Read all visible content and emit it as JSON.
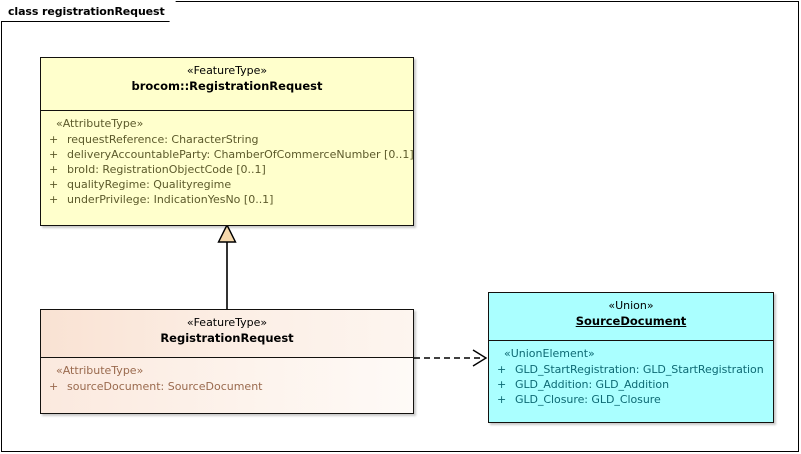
{
  "diagram": {
    "tab_label": "class registrationRequest",
    "colors": {
      "feature_type_yellow": "#ffffcc",
      "feature_type_peach": "#fae4d6",
      "union_cyan": "#aaffff",
      "generalization_arrow_fill": "#f5d9ac",
      "border": "#13110e",
      "yellow_text": "#5c5a2b",
      "peach_text": "#9a6a4e",
      "cyan_text": "#0e6a74"
    }
  },
  "classes": {
    "brocom_registration_request": {
      "stereotype": "«FeatureType»",
      "name": "brocom::RegistrationRequest",
      "compartment_stereotype": "«AttributeType»",
      "attributes": [
        {
          "visibility": "+",
          "text": "requestReference: CharacterString"
        },
        {
          "visibility": "+",
          "text": "deliveryAccountableParty: ChamberOfCommerceNumber [0..1]"
        },
        {
          "visibility": "+",
          "text": "broId: RegistrationObjectCode [0..1]"
        },
        {
          "visibility": "+",
          "text": "qualityRegime: Qualityregime"
        },
        {
          "visibility": "+",
          "text": "underPrivilege: IndicationYesNo [0..1]"
        }
      ]
    },
    "registration_request": {
      "stereotype": "«FeatureType»",
      "name": "RegistrationRequest",
      "compartment_stereotype": "«AttributeType»",
      "attributes": [
        {
          "visibility": "+",
          "text": "sourceDocument: SourceDocument"
        }
      ]
    },
    "source_document": {
      "stereotype": "«Union»",
      "name": "SourceDocument",
      "compartment_stereotype": "«UnionElement»",
      "attributes": [
        {
          "visibility": "+",
          "text": "GLD_StartRegistration: GLD_StartRegistration"
        },
        {
          "visibility": "+",
          "text": "GLD_Addition: GLD_Addition"
        },
        {
          "visibility": "+",
          "text": "GLD_Closure: GLD_Closure"
        }
      ]
    }
  },
  "connectors": [
    {
      "name": "generalization",
      "kind": "generalization",
      "from": "registration_request",
      "to": "brocom_registration_request",
      "style": "solid-line-hollow-triangle"
    },
    {
      "name": "dependency",
      "kind": "dependency",
      "from": "registration_request",
      "to": "source_document",
      "style": "dashed-line-open-arrow"
    }
  ]
}
